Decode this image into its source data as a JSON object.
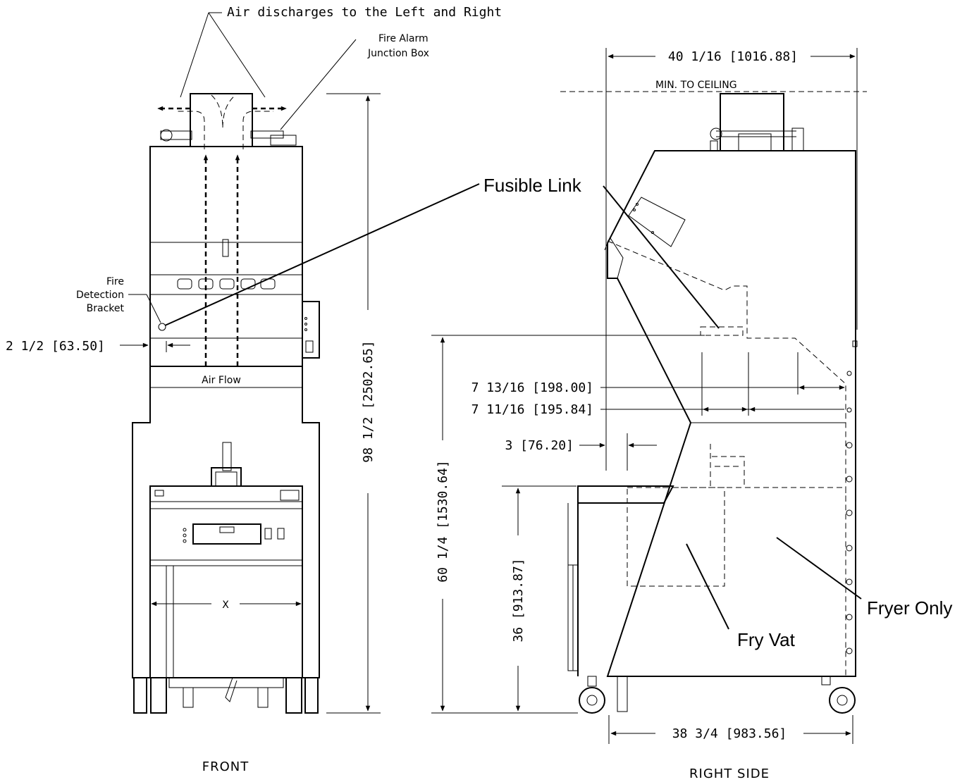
{
  "labels": {
    "air_discharge": "Air discharges to the Left and Right",
    "fire_alarm_line1": "Fire Alarm",
    "fire_alarm_line2": "Junction Box",
    "fusible_link": "Fusible Link",
    "fire_detection_line1": "Fire",
    "fire_detection_line2": "Detection",
    "fire_detection_line3": "Bracket",
    "air_flow": "Air Flow",
    "x_dim": "X",
    "min_to_ceiling": "MIN. TO CEILING",
    "fry_vat": "Fry Vat",
    "fryer_only": "Fryer Only"
  },
  "dimensions": {
    "offset_2_5": "2 1/2 [63.50]",
    "height_98_5": "98 1/2 [2502.65]",
    "depth_40": "40 1/16 [1016.88]",
    "dim_7_13_16": "7 13/16 [198.00]",
    "dim_7_11_16": "7 11/16 [195.84]",
    "dim_3": "3 [76.20]",
    "height_60_25": "60 1/4 [1530.64]",
    "height_36": "36 [913.87]",
    "depth_38_75": "38 3/4 [983.56]"
  },
  "views": {
    "front": "FRONT",
    "right_side": "RIGHT SIDE"
  }
}
